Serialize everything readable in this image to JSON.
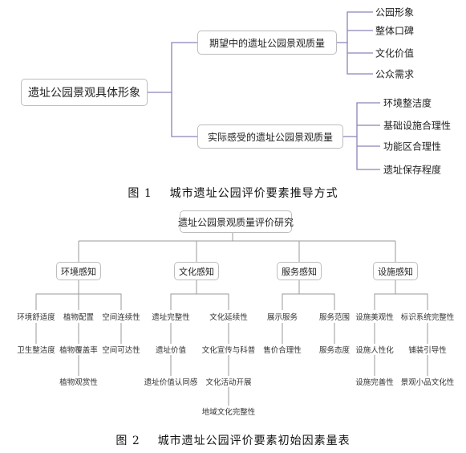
{
  "fig1": {
    "root": "遗址公园景观具体形象",
    "branch_expected": {
      "label": "期望中的遗址公园景观质量",
      "items": [
        "公园形象",
        "整体口碑",
        "文化价值",
        "公众需求"
      ]
    },
    "branch_actual": {
      "label": "实际感受的遗址公园景观质量",
      "items": [
        "环境整洁度",
        "基础设施合理性",
        "功能区合理性",
        "遗址保存程度"
      ]
    },
    "caption": "图 1    城市遗址公园评价要素推导方式"
  },
  "fig2": {
    "root": "遗址公园景观质量评价研究",
    "categories": [
      {
        "label": "环境感知",
        "items": [
          "环境舒适度",
          "植物配置",
          "空间连续性",
          "卫生整洁度",
          "植物覆盖率",
          "空间可达性",
          "植物观赏性"
        ]
      },
      {
        "label": "文化感知",
        "items": [
          "遗址完整性",
          "文化延续性",
          "遗址价值",
          "文化宣传与科普",
          "遗址价值认同感",
          "文化活动开展",
          "地域文化完整性"
        ]
      },
      {
        "label": "服务感知",
        "items": [
          "展示服务",
          "服务范围",
          "售价合理性",
          "服务态度"
        ]
      },
      {
        "label": "设施感知",
        "items": [
          "设施美观性",
          "标识系统完整性",
          "设施人性化",
          "铺装引导性",
          "设施完善性",
          "景观小品文化性"
        ]
      }
    ],
    "caption": "图 2    城市遗址公园评价要素初始因素量表"
  }
}
